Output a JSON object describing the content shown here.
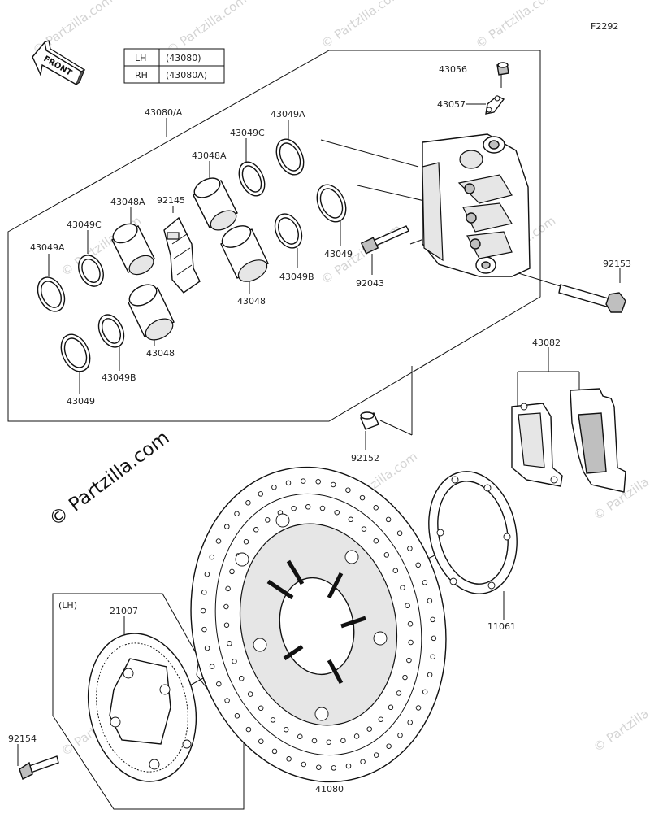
{
  "figure_code": "F2292",
  "front_label": "FRONT",
  "legend": [
    {
      "side": "LH",
      "part": "(43080)"
    },
    {
      "side": "RH",
      "part": "(43080A)"
    }
  ],
  "lh_note": "(LH)",
  "watermark": "© Partzilla.com",
  "watermark_small": "© Partzilla.com",
  "labels": {
    "p43080A": "43080/A",
    "p43056": "43056",
    "p43057": "43057",
    "p43049A_top": "43049A",
    "p43049C_top": "43049C",
    "p43048A_top": "43048A",
    "p92145": "92145",
    "p43048A_left": "43048A",
    "p43049C_left": "43049C",
    "p43049A_left": "43049A",
    "p43049_mid": "43049",
    "p92043": "92043",
    "p43049B_mid": "43049B",
    "p43048_mid": "43048",
    "p43048_low": "43048",
    "p43049B_low": "43049B",
    "p43049_low": "43049",
    "p92153": "92153",
    "p43082": "43082",
    "p92152": "92152",
    "p11061": "11061",
    "p21007": "21007",
    "p92154": "92154",
    "p41080": "41080"
  }
}
